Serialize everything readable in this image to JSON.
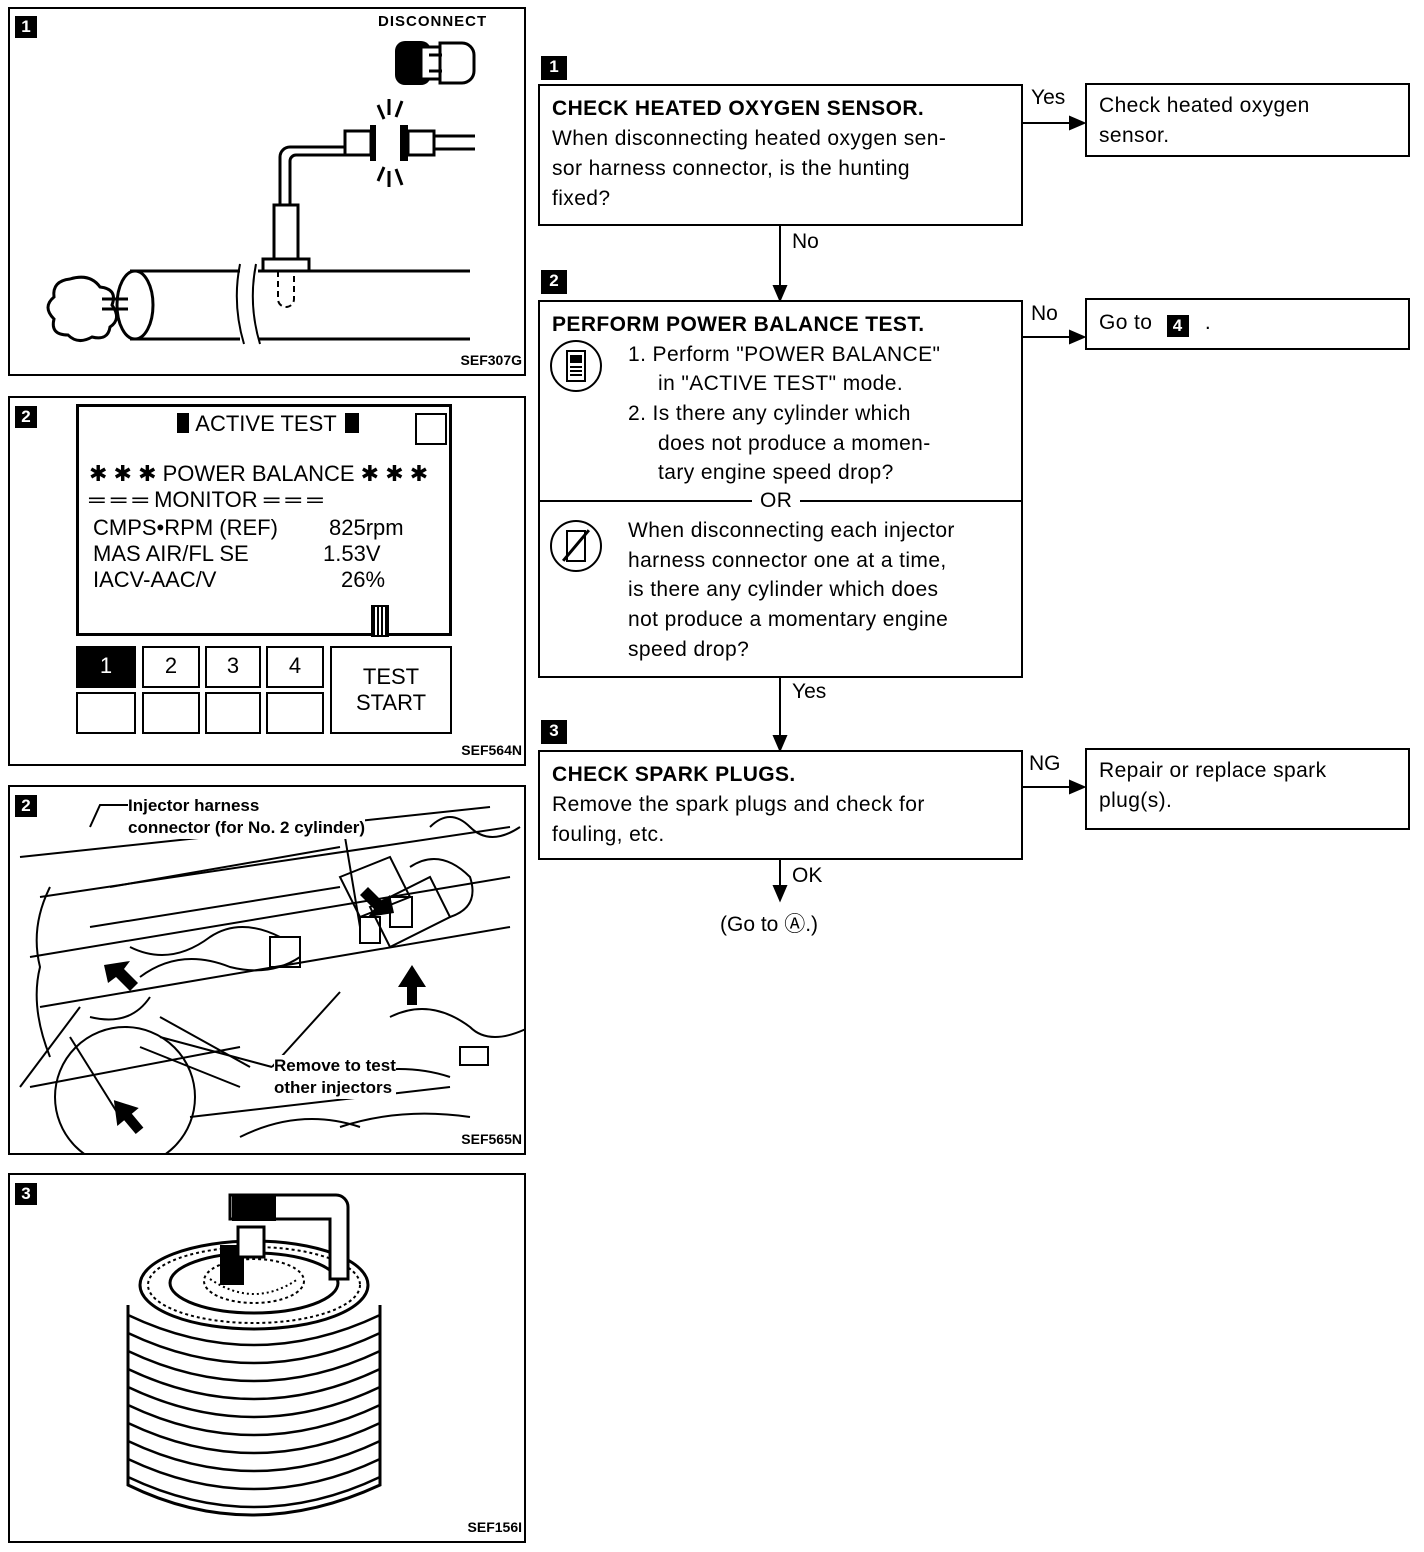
{
  "figures": {
    "fig1": {
      "step": "1",
      "disconnect_label": "DISCONNECT",
      "code": "SEF307G"
    },
    "fig2": {
      "step": "2",
      "title": "ACTIVE TEST",
      "line1": "✱ ✱ ✱ POWER BALANCE ✱ ✱ ✱",
      "line2": "═ ═ ═ MONITOR ═ ═ ═",
      "rows": [
        {
          "name": "CMPS•RPM (REF)",
          "value": "825rpm"
        },
        {
          "name": "MAS AIR/FL SE",
          "value": "1.53V"
        },
        {
          "name": "IACV-AAC/V",
          "value": "26%"
        }
      ],
      "buttons": [
        "1",
        "2",
        "3",
        "4"
      ],
      "test_start": [
        "TEST",
        "START"
      ],
      "code": "SEF564N"
    },
    "fig3": {
      "step": "2",
      "callout_top": [
        "Injector harness",
        "connector (for No. 2 cylinder)"
      ],
      "callout_bottom": [
        "Remove to test",
        "other injectors"
      ],
      "code": "SEF565N"
    },
    "fig4": {
      "step": "3",
      "code": "SEF156I"
    }
  },
  "flow": {
    "step1": {
      "num": "1",
      "title": "CHECK HEATED OXYGEN SENSOR.",
      "lines": [
        "When disconnecting heated oxygen sen-",
        "sor harness connector, is the hunting",
        "fixed?"
      ],
      "yes_label": "Yes",
      "yes_result": [
        "Check heated oxygen",
        "sensor."
      ],
      "no_label": "No"
    },
    "step2": {
      "num": "2",
      "title": "PERFORM POWER BALANCE TEST.",
      "items": [
        "1.  Perform \"POWER BALANCE\"",
        "in \"ACTIVE TEST\" mode.",
        "2.  Is there any cylinder which",
        "does not produce a momen-",
        "tary engine speed drop?"
      ],
      "or_label": "OR",
      "alt_lines": [
        "When disconnecting each injector",
        "harness connector one at a time,",
        "is there any cylinder which does",
        "not produce a momentary engine",
        "speed drop?"
      ],
      "no_label": "No",
      "no_result_prefix": "Go to",
      "no_result_step": "4",
      "no_result_suffix": ".",
      "yes_label": "Yes"
    },
    "step3": {
      "num": "3",
      "title": "CHECK SPARK PLUGS.",
      "lines": [
        "Remove the spark plugs and check for",
        "fouling, etc."
      ],
      "ng_label": "NG",
      "ng_result": [
        "Repair or replace spark",
        "plug(s)."
      ],
      "ok_label": "OK",
      "goto": "(Go to Ⓐ.)"
    }
  }
}
